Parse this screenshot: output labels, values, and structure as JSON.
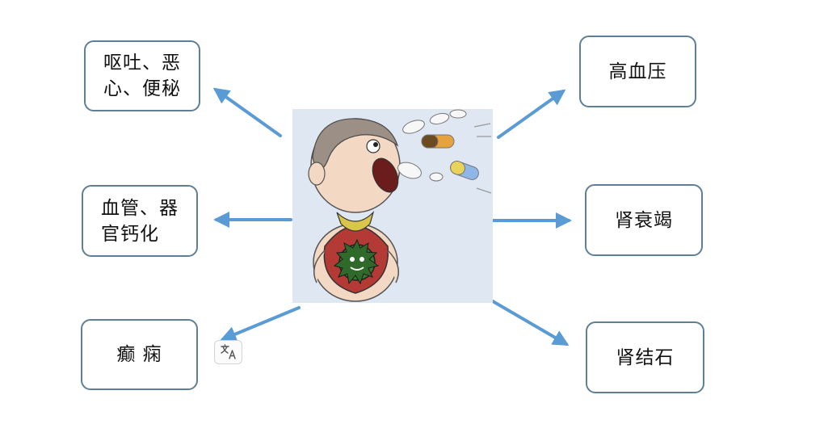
{
  "diagram": {
    "left_nodes": [
      {
        "lines": [
          "呕吐、恶",
          "心、便秘"
        ]
      },
      {
        "lines": [
          "血管、器",
          "官钙化"
        ]
      },
      {
        "lines": [
          "癫 痫"
        ]
      }
    ],
    "right_nodes": [
      {
        "lines": [
          "高血压"
        ]
      },
      {
        "lines": [
          "肾衰竭"
        ]
      },
      {
        "lines": [
          "肾结石"
        ]
      }
    ],
    "center_image": "cartoon-child-vomiting-pills",
    "arrow_color": "#5b9bd5",
    "border_color": "#5f7f96"
  },
  "overlay": {
    "translate_icon": "translate-icon"
  }
}
